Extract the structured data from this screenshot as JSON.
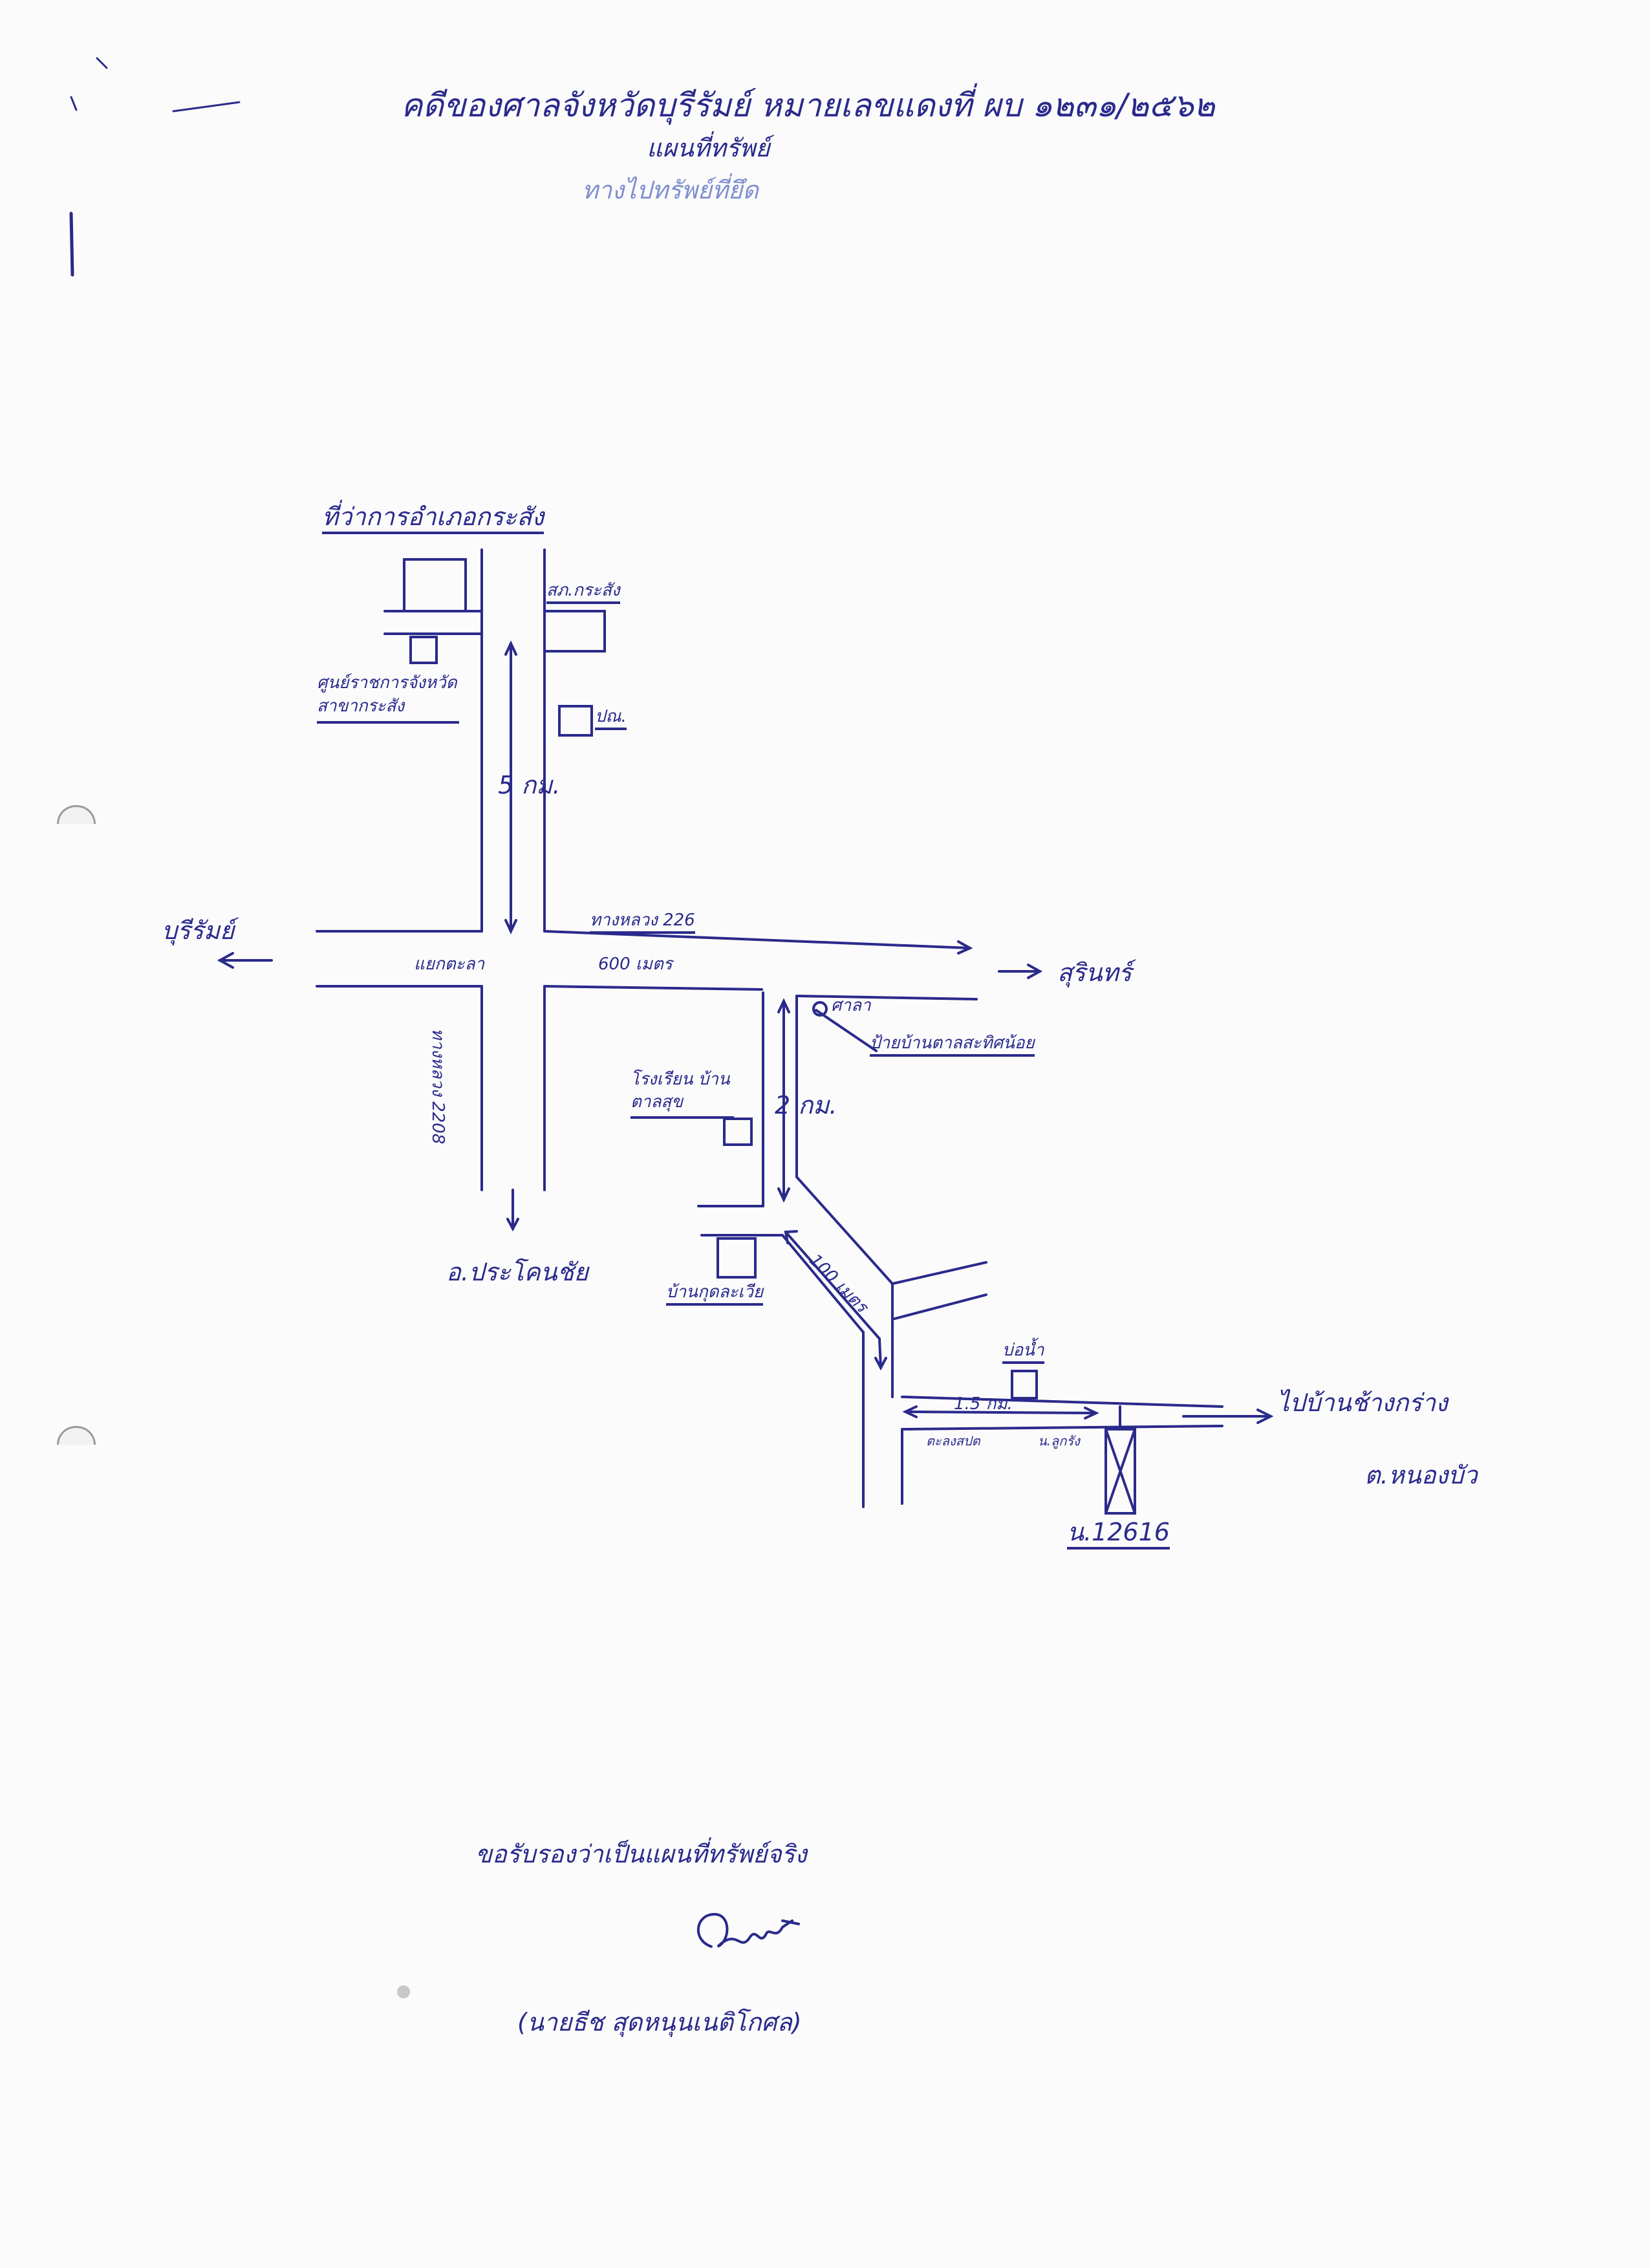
{
  "header": {
    "title": "คดีของศาลจังหวัดบุรีรัมย์ หมายเลขแดงที่ ผบ ๑๒๓๑/๒๕๖๒",
    "subtitle": "แผนที่ทรัพย์",
    "stamp": "ทางไปทรัพย์ที่ยึด"
  },
  "map_labels": {
    "police": "ที่ว่าการอำเภอกระสัง",
    "school_office": "สภ.กระสัง",
    "bank": "ศูนย์ราชการจังหวัด สาขากระสัง",
    "post": "ปณ.",
    "distance_5km": "5 กม.",
    "buriram": "บุรีรัมย์",
    "road_226": "ทางหลวง 226",
    "junction": "แยกตะลา",
    "distance_600m": "600 เมตร",
    "surin": "สุรินทร์",
    "sala": "ศาลา",
    "temple": "ป้ายบ้านตาลสะทิศน้อย",
    "school_village": "โรงเรียน บ้านตาลสุข",
    "distance_2km": "2 กม.",
    "highway_2208": "ทางหลวง 2208",
    "prakhon": "อ.ประโคนชัย",
    "village": "บ้านกุดละเวีย",
    "distance_100m": "100 เมตร",
    "water_tank": "บ่อน้ำ",
    "distance_1_5km": "1.5 กม.",
    "marker_left": "ตะลงสปต",
    "marker_right": "น.ลูกรัง",
    "to_village": "ไปบ้านช้างกร่าง",
    "subdistrict": "ต.หนองบัว",
    "land_no": "น.12616"
  },
  "footer": {
    "certify": "ขอรับรองว่าเป็นแผนที่ทรัพย์จริง",
    "name": "(นายธีช สุดหนุนเนติโกศล)"
  }
}
